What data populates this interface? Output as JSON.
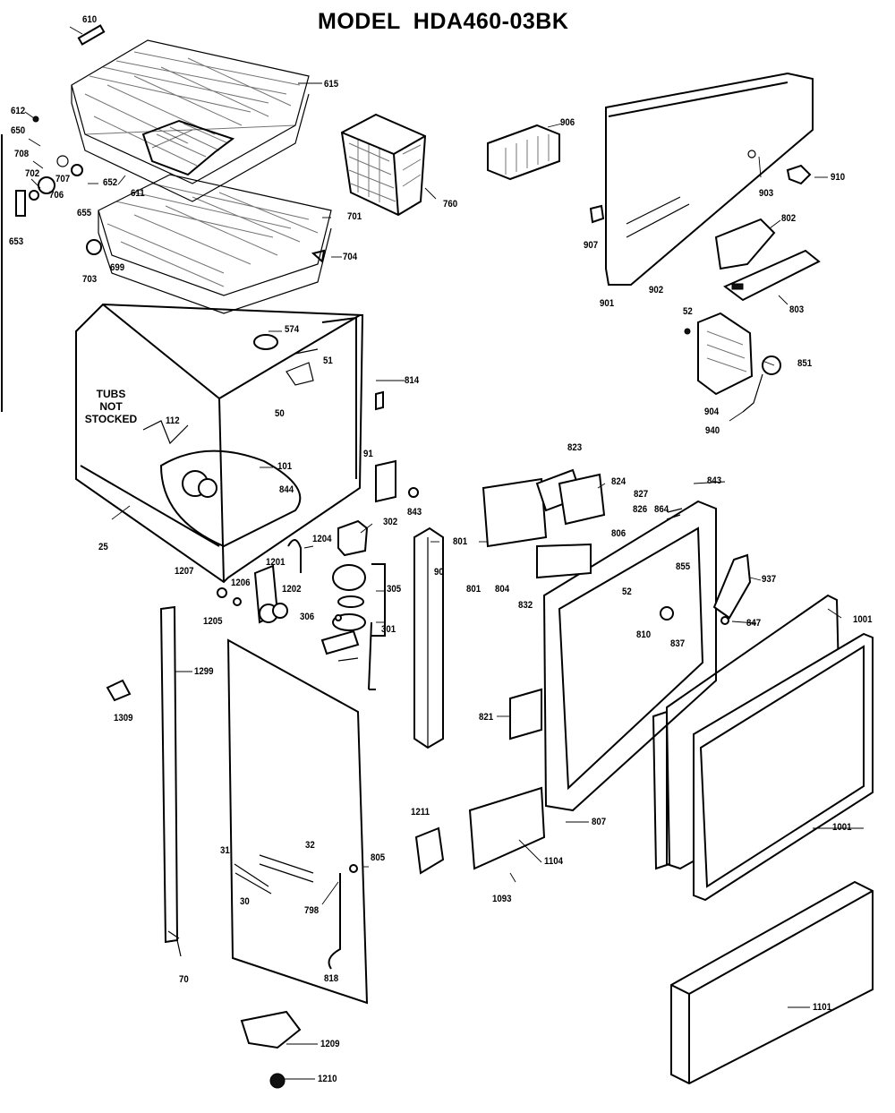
{
  "model": {
    "prefix": "MODEL",
    "number": "HDA460-03BK"
  },
  "note": {
    "line1": "TUBS",
    "line2": "NOT",
    "line3": "STOCKED"
  },
  "parts": {
    "p610": "610",
    "p615": "615",
    "p612": "612",
    "p650": "650",
    "p708": "708",
    "p702": "702",
    "p707": "707",
    "p706": "706",
    "p655": "655",
    "p652": "652",
    "p611": "611",
    "p653": "653",
    "p701": "701",
    "p699": "699",
    "p703": "703",
    "p704": "704",
    "p760": "760",
    "p906": "906",
    "p910": "910",
    "p903": "903",
    "p907": "907",
    "p902": "902",
    "p901": "901",
    "p802": "802",
    "p803": "803",
    "p52a": "52",
    "p851": "851",
    "p904": "904",
    "p940": "940",
    "p574": "574",
    "p51": "51",
    "p50": "50",
    "p814": "814",
    "p112": "112",
    "p101": "101",
    "p844": "844",
    "p91": "91",
    "p843a": "843",
    "p25": "25",
    "p1204": "1204",
    "p302": "302",
    "p1207": "1207",
    "p1206": "1206",
    "p1201": "1201",
    "p1202": "1202",
    "p1205": "1205",
    "p305": "305",
    "p306": "306",
    "p301": "301",
    "p90": "90",
    "p823": "823",
    "p824": "824",
    "p843b": "843",
    "p827": "827",
    "p826": "826",
    "p864": "864",
    "p801a": "801",
    "p801b": "801",
    "p804": "804",
    "p832": "832",
    "p806": "806",
    "p855": "855",
    "p937": "937",
    "p52b": "52",
    "p810": "810",
    "p837": "837",
    "p847": "847",
    "p1001a": "1001",
    "p1299": "1299",
    "p1309": "1309",
    "p821": "821",
    "p807": "807",
    "p1001b": "1001",
    "p1211": "1211",
    "p1104": "1104",
    "p1093": "1093",
    "p805": "805",
    "p31": "31",
    "p32": "32",
    "p30": "30",
    "p798": "798",
    "p818": "818",
    "p70": "70",
    "p1209": "1209",
    "p1210": "1210",
    "p1101": "1101"
  }
}
